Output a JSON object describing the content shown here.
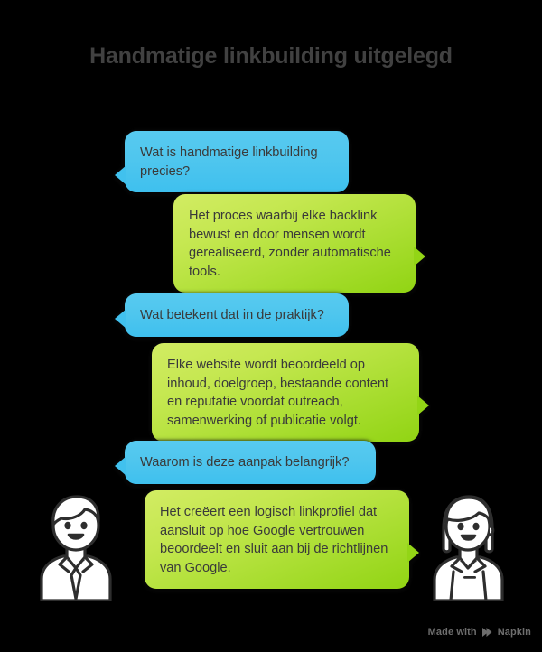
{
  "title": "Handmatige linkbuilding uitgelegd",
  "theme": {
    "background": "#000000",
    "title_color": "#414141",
    "question_bubble_color": "#4fc6ee",
    "answer_bubble_color": "#a8dd2f",
    "bubble_text_color": "#3a3a3a",
    "character_stroke": "#2e2e2e",
    "character_fill": "#ffffff",
    "watermark_color": "#6d6d6d"
  },
  "conversation": [
    {
      "role": "question",
      "side": "left",
      "text": "Wat is handmatige linkbuilding precies?"
    },
    {
      "role": "answer",
      "side": "right",
      "text": "Het proces waarbij elke backlink bewust en door mensen wordt gerealiseerd, zonder automatische tools."
    },
    {
      "role": "question",
      "side": "left",
      "text": "Wat betekent dat in de praktijk?"
    },
    {
      "role": "answer",
      "side": "right",
      "text": "Elke website wordt beoordeeld op inhoud, doelgroep, bestaande content en reputatie voordat outreach, samenwerking of publicatie volgt."
    },
    {
      "role": "question",
      "side": "left",
      "text": "Waarom is deze aanpak belangrijk?"
    },
    {
      "role": "answer",
      "side": "right",
      "text": "Het creëert een logisch linkprofiel dat aansluit op hoe Google vertrouwen beoordeelt en sluit aan bij de richtlijnen van Google."
    }
  ],
  "characters": {
    "left": {
      "name": "man-avatar",
      "description": "Man met stropdas"
    },
    "right": {
      "name": "woman-avatar",
      "description": "Vrouw met bobkapsel"
    }
  },
  "watermark": {
    "prefix": "Made with",
    "brand": "Napkin",
    "icon": "napkin-logo-icon"
  }
}
